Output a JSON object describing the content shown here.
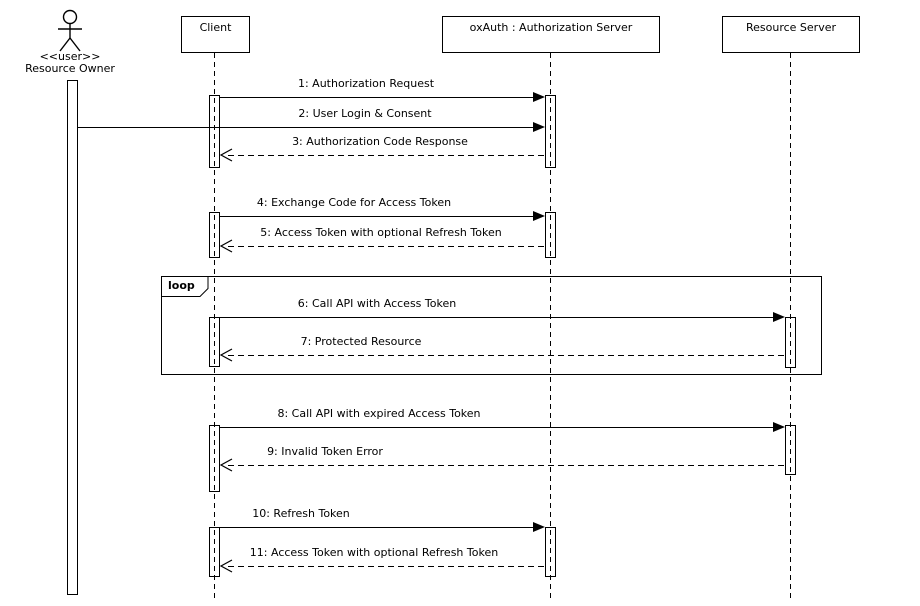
{
  "diagram_type": "uml-sequence-diagram",
  "actor": {
    "stereotype": "<<user>>",
    "name": "Resource Owner"
  },
  "participants": [
    {
      "name": "Client"
    },
    {
      "name": "oxAuth : Authorization Server"
    },
    {
      "name": "Resource Server"
    }
  ],
  "loop_fragment": {
    "operator": "loop"
  },
  "messages": [
    {
      "label": "1: Authorization Request",
      "from": "Client",
      "to": "oxAuth : Authorization Server",
      "kind": "call-solid-filled-arrow"
    },
    {
      "label": "2: User Login & Consent",
      "from": "Resource Owner",
      "to": "oxAuth : Authorization Server",
      "kind": "call-solid-filled-arrow"
    },
    {
      "label": "3: Authorization Code Response",
      "from": "oxAuth : Authorization Server",
      "to": "Client",
      "kind": "return-dashed-open-arrow"
    },
    {
      "label": "4: Exchange Code for Access Token",
      "from": "Client",
      "to": "oxAuth : Authorization Server",
      "kind": "call-solid-filled-arrow"
    },
    {
      "label": "5: Access Token with optional Refresh Token",
      "from": "oxAuth : Authorization Server",
      "to": "Client",
      "kind": "return-dashed-open-arrow"
    },
    {
      "label": "6: Call API with Access Token",
      "from": "Client",
      "to": "Resource Server",
      "kind": "call-solid-filled-arrow",
      "fragment": "loop"
    },
    {
      "label": "7: Protected Resource",
      "from": "Resource Server",
      "to": "Client",
      "kind": "return-dashed-open-arrow",
      "fragment": "loop"
    },
    {
      "label": "8: Call API with expired Access Token",
      "from": "Client",
      "to": "Resource Server",
      "kind": "call-solid-filled-arrow"
    },
    {
      "label": "9: Invalid Token Error",
      "from": "Resource Server",
      "to": "Client",
      "kind": "return-dashed-open-arrow"
    },
    {
      "label": "10: Refresh Token",
      "from": "Client",
      "to": "oxAuth : Authorization Server",
      "kind": "call-solid-filled-arrow"
    },
    {
      "label": "11: Access Token with optional Refresh Token",
      "from": "oxAuth : Authorization Server",
      "to": "Client",
      "kind": "return-dashed-open-arrow"
    }
  ],
  "colors": {
    "line": "#000000",
    "background": "#ffffff",
    "text": "#000000"
  }
}
